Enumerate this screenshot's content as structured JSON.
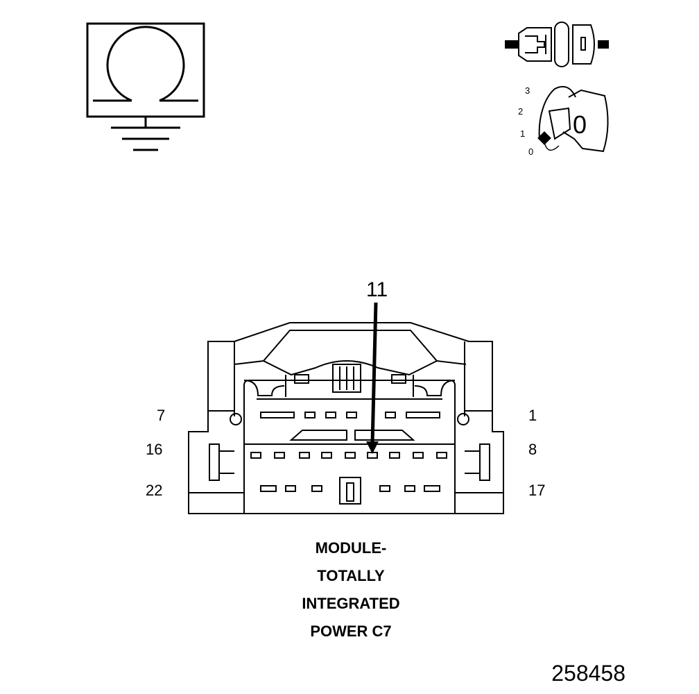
{
  "ground_icon": {
    "name": "ohm-ground-icon"
  },
  "connector_icon": {
    "name": "connector-plug-icon"
  },
  "ignition": {
    "name": "ignition-key-icon",
    "positions": [
      "3",
      "2",
      "1",
      "0"
    ],
    "key_letter": "0"
  },
  "callout": {
    "pin": "11"
  },
  "pin_labels": {
    "top_left": "7",
    "top_right": "1",
    "mid_left": "16",
    "mid_right": "8",
    "bottom_left": "22",
    "bottom_right": "17"
  },
  "caption": {
    "lines": [
      "MODULE-",
      "TOTALLY",
      "INTEGRATED",
      "POWER C7"
    ]
  },
  "figure_id": "258458"
}
